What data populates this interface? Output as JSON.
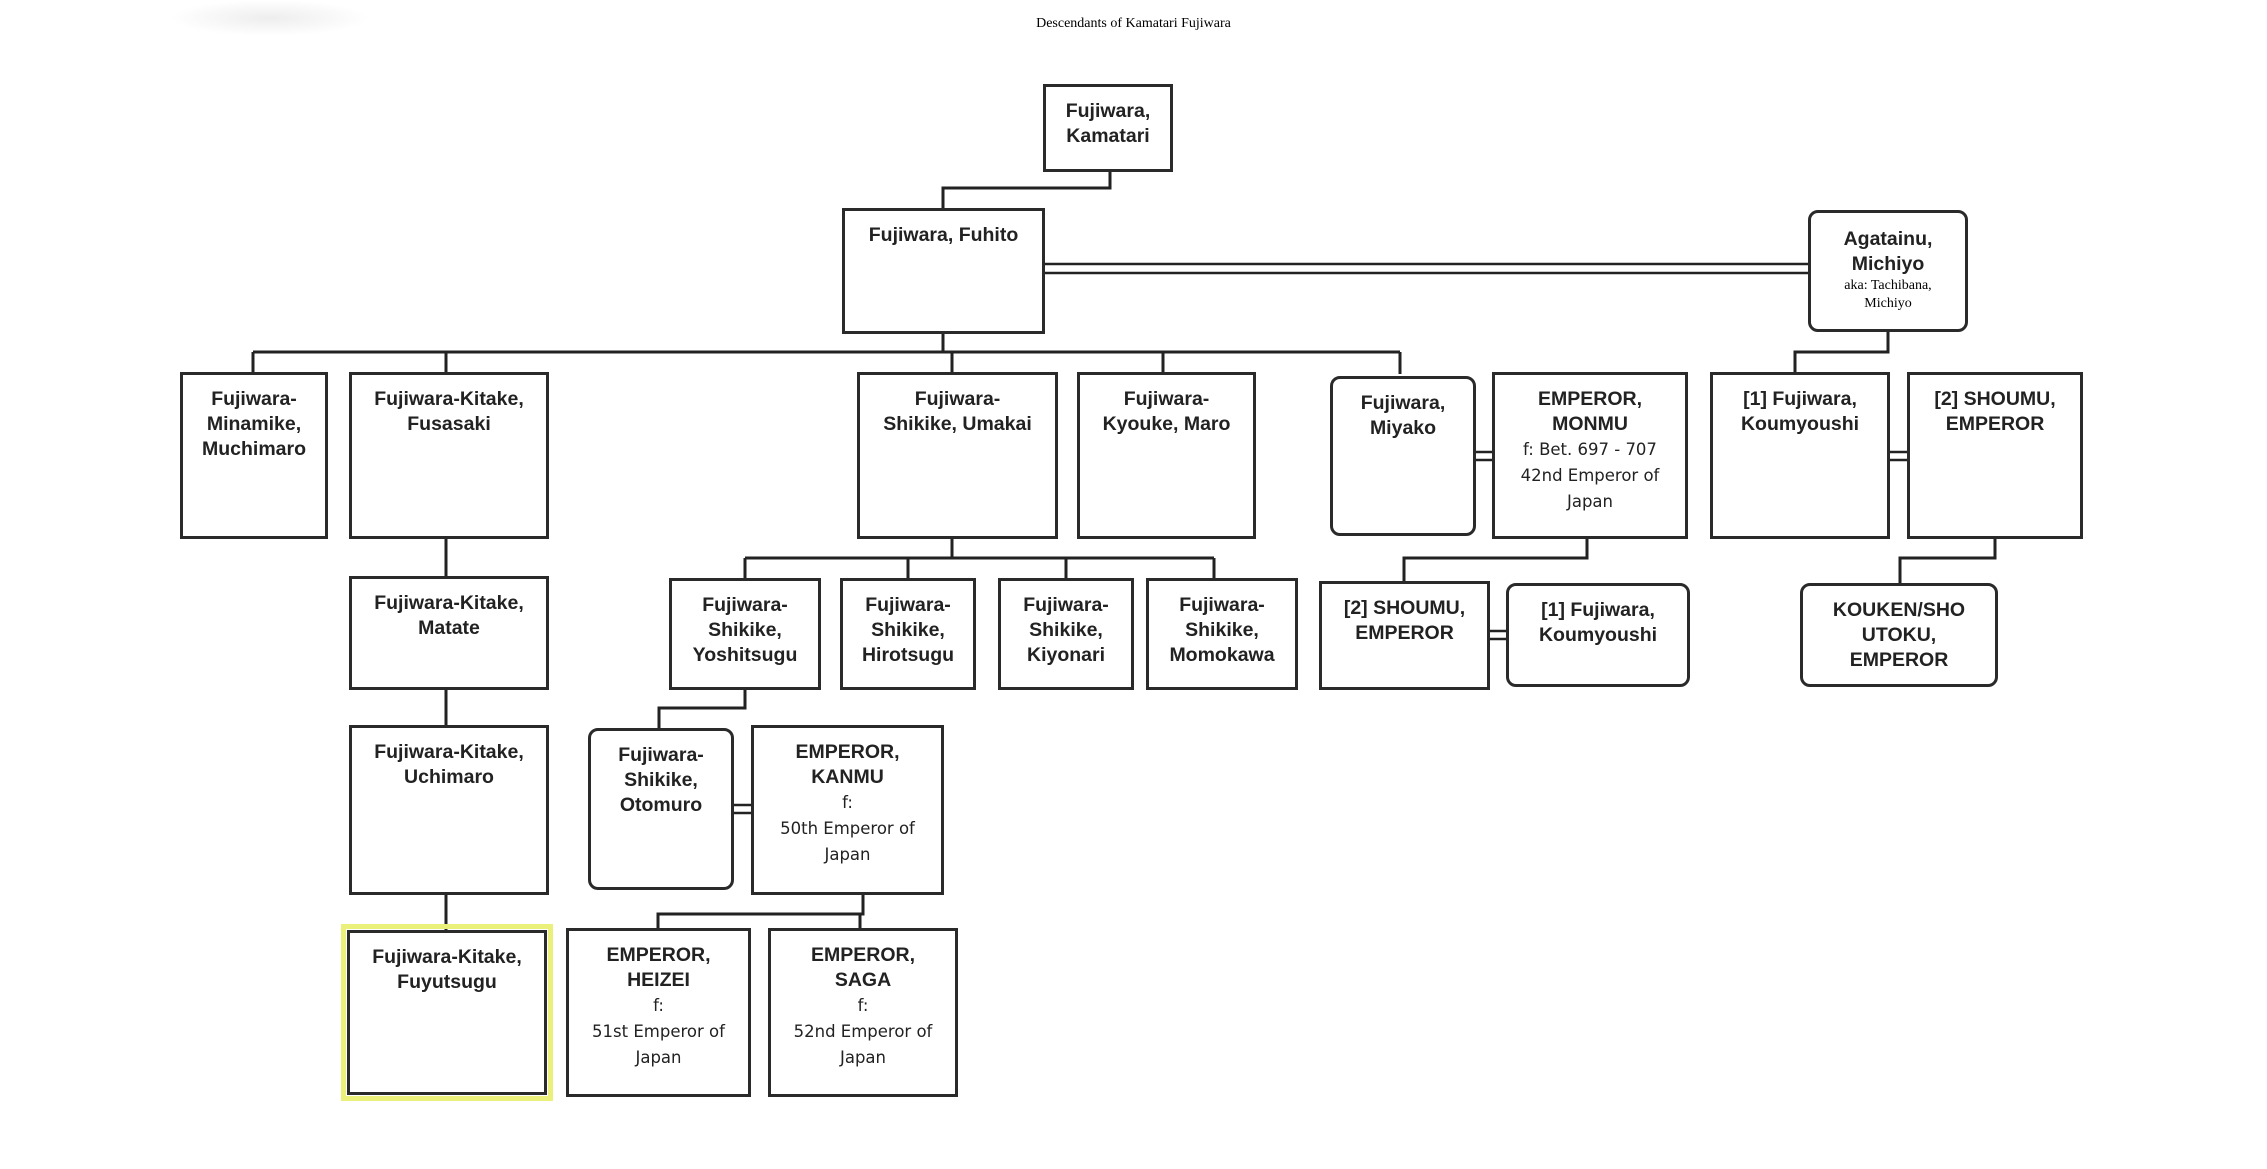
{
  "title": "Descendants of Kamatari Fujiwara",
  "people": {
    "kamatari": {
      "name": "Fujiwara,\nKamatari"
    },
    "fuhito": {
      "name": "Fujiwara, Fuhito"
    },
    "agatainu": {
      "name": "Agatainu,\nMichiyo",
      "aka": "aka: Tachibana,\nMichiyo"
    },
    "muchimaro": {
      "name": "Fujiwara-\nMinamike,\nMuchimaro"
    },
    "fusasaki": {
      "name": "Fujiwara-Kitake,\nFusasaki"
    },
    "umakai": {
      "name": "Fujiwara-\nShikike, Umakai"
    },
    "maro": {
      "name": "Fujiwara-\nKyouke, Maro"
    },
    "miyako": {
      "name": "Fujiwara,\nMiyako"
    },
    "monmu": {
      "name": "EMPEROR,\nMONMU",
      "details": "f: Bet. 697 - 707\n42nd Emperor of\nJapan"
    },
    "koumyoushi_a": {
      "name": "[1] Fujiwara,\nKoumyoushi"
    },
    "shoumu_a": {
      "name": "[2] SHOUMU,\nEMPEROR"
    },
    "matate": {
      "name": "Fujiwara-Kitake,\nMatate"
    },
    "yoshitsugu": {
      "name": "Fujiwara-\nShikike,\nYoshitsugu"
    },
    "hirotsugu": {
      "name": "Fujiwara-\nShikike,\nHirotsugu"
    },
    "kiyonari": {
      "name": "Fujiwara-\nShikike,\nKiyonari"
    },
    "momokawa": {
      "name": "Fujiwara-\nShikike,\nMomokawa"
    },
    "shoumu_b": {
      "name": "[2] SHOUMU,\nEMPEROR"
    },
    "koumyoushi_b": {
      "name": "[1] Fujiwara,\nKoumyoushi"
    },
    "kouken": {
      "name": "KOUKEN/SHO\nUTOKU,\nEMPEROR"
    },
    "uchimaro": {
      "name": "Fujiwara-Kitake,\nUchimaro"
    },
    "otomuro": {
      "name": "Fujiwara-\nShikike,\nOtomuro"
    },
    "kanmu": {
      "name": "EMPEROR,\nKANMU",
      "details": "f:\n50th Emperor of\nJapan"
    },
    "fuyutsugu": {
      "name": "Fujiwara-Kitake,\nFuyutsugu"
    },
    "heizei": {
      "name": "EMPEROR,\nHEIZEI",
      "details": "f:\n51st Emperor of\nJapan"
    },
    "saga": {
      "name": "EMPEROR,\nSAGA",
      "details": "f:\n52nd Emperor of\nJapan"
    }
  }
}
